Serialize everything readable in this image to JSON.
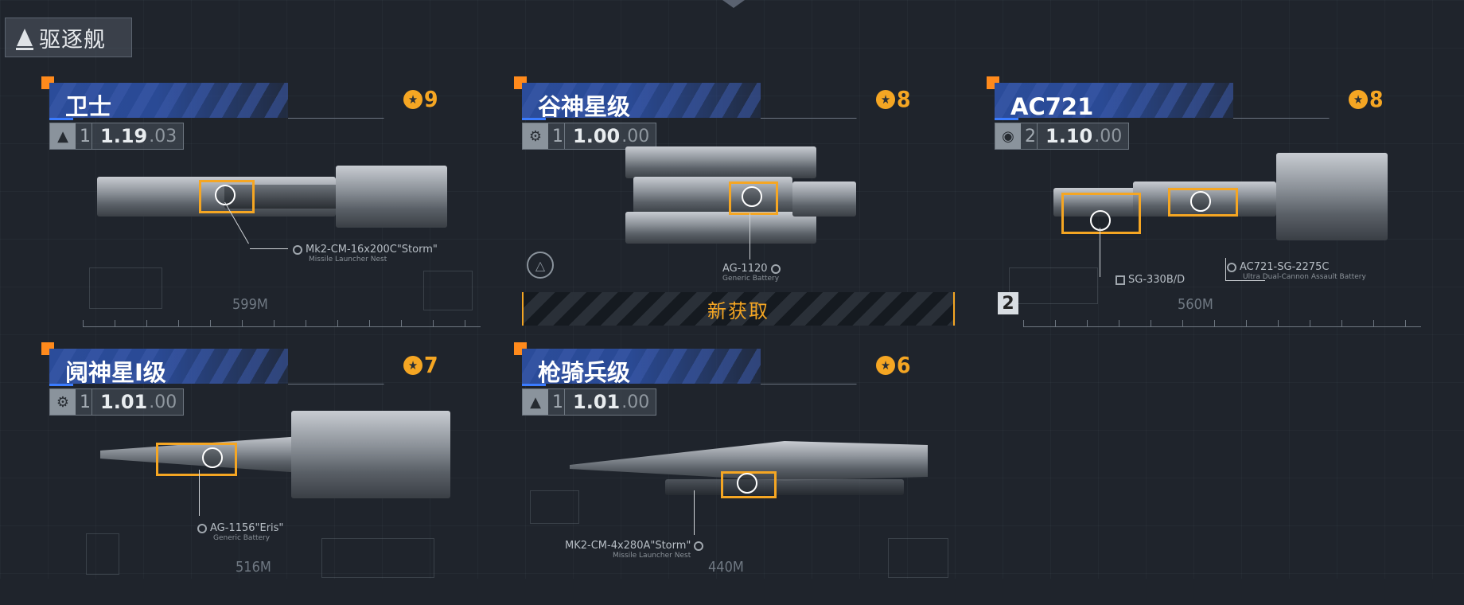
{
  "header": {
    "tab_label": "驱逐舰"
  },
  "cards": [
    {
      "name": "卫士",
      "tier": "9",
      "stat_icon": "fighter-icon",
      "stat_count": "1",
      "stat_value": "1.19",
      "stat_sub": ".03",
      "weapons": [
        {
          "name": "Mk2-CM-16x200C\"Storm\"",
          "type": "Missile Launcher Nest"
        }
      ],
      "length": "599M"
    },
    {
      "name": "谷神星级",
      "tier": "8",
      "stat_icon": "gear-icon",
      "stat_count": "1",
      "stat_value": "1.00",
      "stat_sub": ".00",
      "weapons": [
        {
          "name": "AG-1120",
          "type": "Generic Battery"
        }
      ],
      "new_label": "新获取"
    },
    {
      "name": "AC721",
      "tier": "8",
      "stat_icon": "globe-icon",
      "stat_count": "2",
      "stat_value": "1.10",
      "stat_sub": ".00",
      "weapons": [
        {
          "name": "SG-330B/D",
          "type": ""
        },
        {
          "name": "AC721-SG-2275C",
          "type": "Ultra Dual-Cannon Assault Battery"
        }
      ],
      "length": "560M",
      "count_badge": "2"
    },
    {
      "name": "阋神星I级",
      "tier": "7",
      "stat_icon": "gear-icon",
      "stat_count": "1",
      "stat_value": "1.01",
      "stat_sub": ".00",
      "weapons": [
        {
          "name": "AG-1156\"Eris\"",
          "type": "Generic Battery"
        }
      ],
      "length": "516M"
    },
    {
      "name": "枪骑兵级",
      "tier": "6",
      "stat_icon": "fighter-icon",
      "stat_count": "1",
      "stat_value": "1.01",
      "stat_sub": ".00",
      "weapons": [
        {
          "name": "MK2-CM-4x280A\"Storm\"",
          "type": "Missile Launcher Nest"
        }
      ],
      "length": "440M"
    }
  ],
  "colors": {
    "accent": "#f5a623",
    "name_bar": "#2b4c9a",
    "corner": "#ff8a1c",
    "bg": "#1f242c"
  }
}
